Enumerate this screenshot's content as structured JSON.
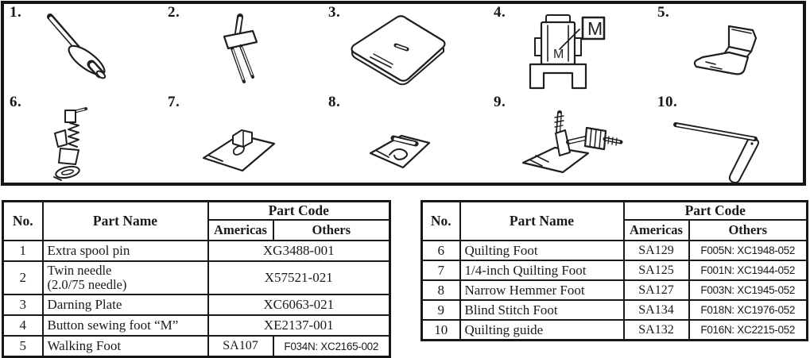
{
  "colors": {
    "ink": "#1a1a1a",
    "paper": "#ffffff"
  },
  "panel": {
    "items": [
      {
        "label": "1.",
        "icon": "extra-spool-pin-illustration"
      },
      {
        "label": "2.",
        "icon": "twin-needle-illustration"
      },
      {
        "label": "3.",
        "icon": "darning-plate-illustration"
      },
      {
        "label": "4.",
        "icon": "button-sewing-foot-illustration",
        "foot_mark": "M",
        "callout_label": "M"
      },
      {
        "label": "5.",
        "icon": "walking-foot-illustration"
      },
      {
        "label": "6.",
        "icon": "quilting-foot-illustration"
      },
      {
        "label": "7.",
        "icon": "quarter-inch-quilting-foot-illustration"
      },
      {
        "label": "8.",
        "icon": "narrow-hemmer-foot-illustration"
      },
      {
        "label": "9.",
        "icon": "blind-stitch-foot-illustration"
      },
      {
        "label": "10.",
        "icon": "quilting-guide-illustration"
      }
    ]
  },
  "tables": {
    "left": {
      "headers": {
        "no": "No.",
        "part_name": "Part Name",
        "part_code": "Part Code",
        "americas": "Americas",
        "others": "Others"
      },
      "rows": [
        {
          "no": "1",
          "name": "Extra spool pin",
          "code": "XG3488-001"
        },
        {
          "no": "2",
          "name": "Twin needle",
          "name_line2": "(2.0/75 needle)",
          "code": "X57521-021"
        },
        {
          "no": "3",
          "name": "Darning Plate",
          "code": "XC6063-021"
        },
        {
          "no": "4",
          "name": "Button sewing foot “M”",
          "code": "XE2137-001"
        },
        {
          "no": "5",
          "name": "Walking Foot",
          "americas": "SA107",
          "others": "F034N: XC2165-002"
        }
      ]
    },
    "right": {
      "headers": {
        "no": "No.",
        "part_name": "Part Name",
        "part_code": "Part Code",
        "americas": "Americas",
        "others": "Others"
      },
      "rows": [
        {
          "no": "6",
          "name": "Quilting Foot",
          "americas": "SA129",
          "others": "F005N: XC1948-052"
        },
        {
          "no": "7",
          "name": "1/4-inch Quilting Foot",
          "americas": "SA125",
          "others": "F001N: XC1944-052"
        },
        {
          "no": "8",
          "name": "Narrow Hemmer Foot",
          "americas": "SA127",
          "others": "F003N: XC1945-052"
        },
        {
          "no": "9",
          "name": "Blind Stitch Foot",
          "americas": "SA134",
          "others": "F018N: XC1976-052"
        },
        {
          "no": "10",
          "name": "Quilting guide",
          "americas": "SA132",
          "others": "F016N: XC2215-052"
        }
      ]
    }
  }
}
